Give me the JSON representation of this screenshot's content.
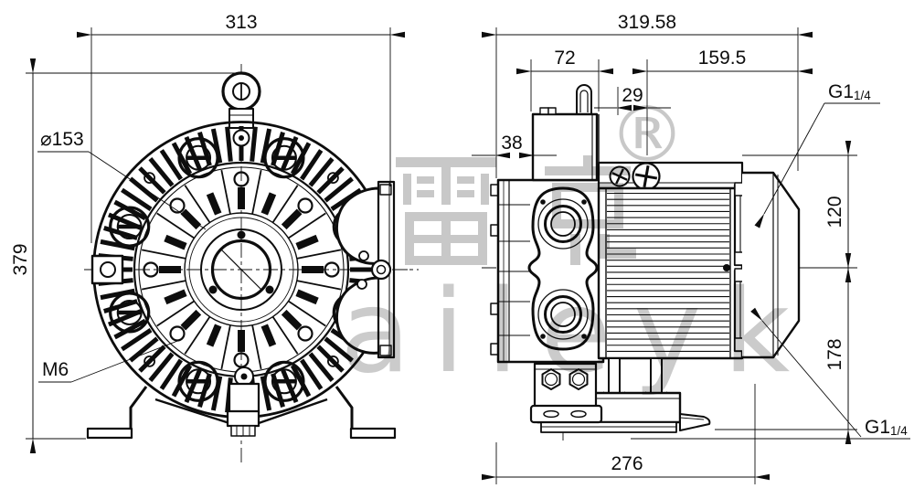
{
  "drawing": {
    "type": "engineering-drawing",
    "views": [
      "front",
      "side"
    ],
    "dims": {
      "front_width": "313",
      "front_height": "379",
      "flange_dia": "⌀153",
      "thread": "M6",
      "side_length": "319.58",
      "box_width": "72",
      "motor_section": "159.5",
      "gland_offset": "29",
      "head_depth": "38",
      "port_pitch": "120",
      "center_height": "178",
      "base_length": "276",
      "port_main": "G1",
      "port_frac": "1/4"
    }
  },
  "watermark": {
    "registered": "®",
    "latin": "aileyk",
    "cjk": "雷克"
  },
  "colors": {
    "line": "#0d0d0d",
    "watermark": "#c8c8c8",
    "background": "#ffffff"
  }
}
